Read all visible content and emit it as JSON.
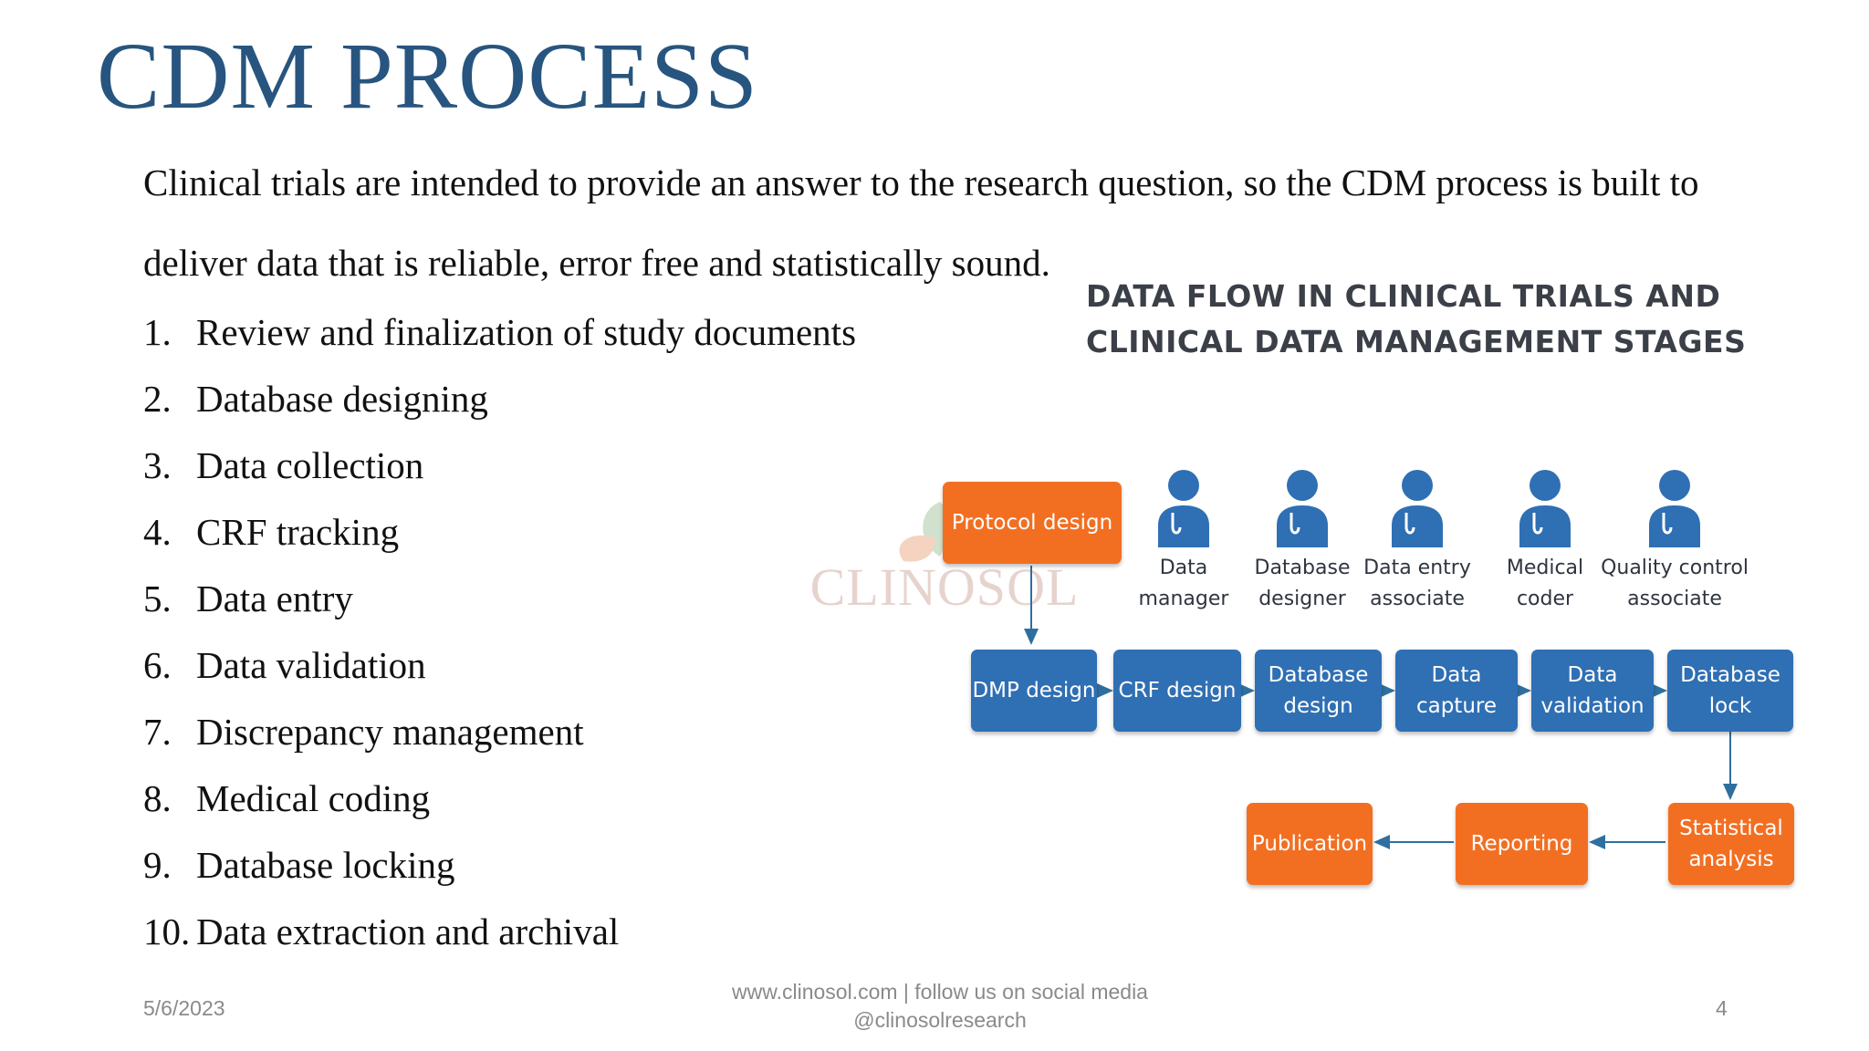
{
  "slide": {
    "title": "CDM PROCESS",
    "intro": "Clinical trials are intended to provide an answer to the research question, so the CDM process is built to deliver data that is reliable, error free and statistically sound.",
    "steps": [
      {
        "num": "1.",
        "text": "Review and finalization of study documents"
      },
      {
        "num": "2.",
        "text": "Database designing"
      },
      {
        "num": "3.",
        "text": "Data collection"
      },
      {
        "num": "4.",
        "text": "CRF tracking"
      },
      {
        "num": "5.",
        "text": "Data entry"
      },
      {
        "num": "6.",
        "text": "Data validation"
      },
      {
        "num": "7.",
        "text": "Discrepancy management"
      },
      {
        "num": "8.",
        "text": "Medical coding"
      },
      {
        "num": "9.",
        "text": "Database locking"
      },
      {
        "num": "10.",
        "text": "Data extraction and archival"
      }
    ]
  },
  "diagram": {
    "title_line1": "DATA FLOW IN CLINICAL TRIALS AND",
    "title_line2": "CLINICAL DATA MANAGEMENT STAGES",
    "watermark": "CLINOSOL",
    "protocol": "Protocol design",
    "roles": [
      {
        "line1": "Data",
        "line2": "manager"
      },
      {
        "line1": "Database",
        "line2": "designer"
      },
      {
        "line1": "Data entry",
        "line2": "associate"
      },
      {
        "line1": "Medical",
        "line2": "coder"
      },
      {
        "line1": "Quality control",
        "line2": "associate"
      }
    ],
    "stages": [
      {
        "line1": "DMP design",
        "line2": ""
      },
      {
        "line1": "CRF design",
        "line2": ""
      },
      {
        "line1": "Database",
        "line2": "design"
      },
      {
        "line1": "Data",
        "line2": "capture"
      },
      {
        "line1": "Data",
        "line2": "validation"
      },
      {
        "line1": "Database",
        "line2": "lock"
      }
    ],
    "outputs": [
      {
        "line1": "Publication",
        "line2": ""
      },
      {
        "line1": "Reporting",
        "line2": ""
      },
      {
        "line1": "Statistical",
        "line2": "analysis"
      }
    ],
    "colors": {
      "blue": "#2f6fb3",
      "orange": "#f26f22",
      "person": "#2f6fb3"
    }
  },
  "footer": {
    "date": "5/6/2023",
    "website": "www.clinosol.com | follow us on social media",
    "handle": "@clinosolresearch",
    "page": "4"
  }
}
